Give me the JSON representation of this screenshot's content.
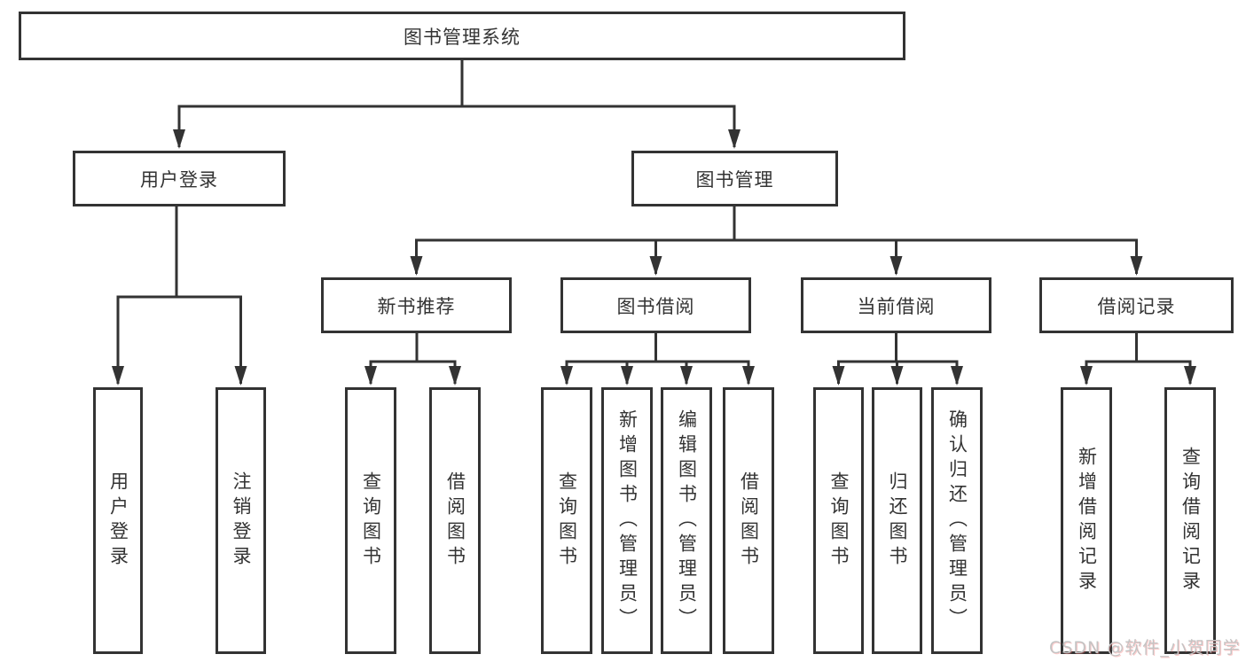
{
  "colors": {
    "line": "#333333",
    "text": "#333333",
    "box_bg": "#ffffff",
    "background": "#ffffff",
    "watermark": "#c4c4c4"
  },
  "tree": {
    "root": {
      "label": "图书管理系统"
    },
    "branches": [
      {
        "label": "用户登录",
        "children": [
          {
            "label": "用户登录"
          },
          {
            "label": "注销登录"
          }
        ]
      },
      {
        "label": "图书管理",
        "children": [
          {
            "label": "新书推荐",
            "children": [
              {
                "label": "查询图书"
              },
              {
                "label": "借阅图书"
              }
            ]
          },
          {
            "label": "图书借阅",
            "children": [
              {
                "label": "查询图书"
              },
              {
                "label": "新增图书（管理员）"
              },
              {
                "label": "编辑图书（管理员）"
              },
              {
                "label": "借阅图书"
              }
            ]
          },
          {
            "label": "当前借阅",
            "children": [
              {
                "label": "查询图书"
              },
              {
                "label": "归还图书"
              },
              {
                "label": "确认归还（管理员）"
              }
            ]
          },
          {
            "label": "借阅记录",
            "children": [
              {
                "label": "新增借阅记录"
              },
              {
                "label": "查询借阅记录"
              }
            ]
          }
        ]
      }
    ]
  },
  "watermark": {
    "text": "CSDN @软件_小贺同学"
  }
}
